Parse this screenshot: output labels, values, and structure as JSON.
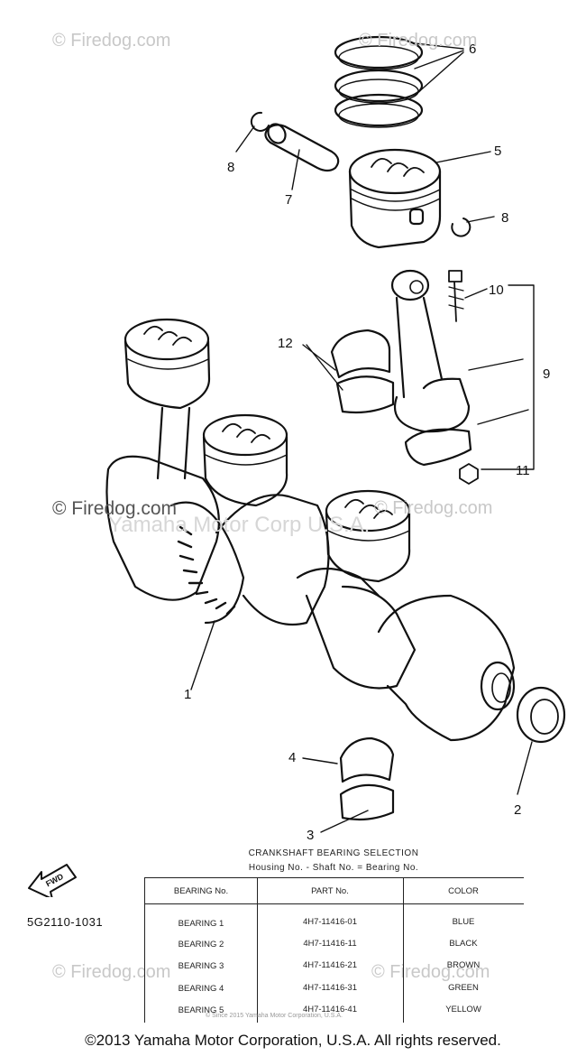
{
  "watermarks": [
    "© Firedog.com",
    "© Firedog.com",
    "© Firedog.com",
    "© Firedog.com",
    "© Firedog.com",
    "© Firedog.com",
    "Yamaha Motor Corp U.S.A."
  ],
  "callouts": [
    {
      "id": "6",
      "label": "6"
    },
    {
      "id": "5",
      "label": "5"
    },
    {
      "id": "8a",
      "label": "8"
    },
    {
      "id": "7",
      "label": "7"
    },
    {
      "id": "8b",
      "label": "8"
    },
    {
      "id": "10",
      "label": "10"
    },
    {
      "id": "12",
      "label": "12"
    },
    {
      "id": "9",
      "label": "9"
    },
    {
      "id": "11",
      "label": "11"
    },
    {
      "id": "1",
      "label": "1"
    },
    {
      "id": "4",
      "label": "4"
    },
    {
      "id": "2",
      "label": "2"
    },
    {
      "id": "3",
      "label": "3"
    }
  ],
  "find_badge": {
    "label": "FWD",
    "icon": "arrow-badge-icon"
  },
  "diagram_code": "5G2110-1031",
  "bearing_table": {
    "title": "CRANKSHAFT BEARING SELECTION",
    "subtitle": "Housing No. - Shaft No. = Bearing No.",
    "headers": [
      "BEARING No.",
      "PART No.",
      "COLOR"
    ],
    "rows": [
      [
        "BEARING 1",
        "4H7-11416-01",
        "BLUE"
      ],
      [
        "BEARING 2",
        "4H7-11416-11",
        "BLACK"
      ],
      [
        "BEARING 3",
        "4H7-11416-21",
        "BROWN"
      ],
      [
        "BEARING 4",
        "4H7-11416-31",
        "GREEN"
      ],
      [
        "BEARING 5",
        "4H7-11416-41",
        "YELLOW"
      ]
    ],
    "small_copyright": "© Since 2015 Yamaha Motor Corporation, U.S.A."
  },
  "copyright": "©2013 Yamaha Motor Corporation, U.S.A. All rights reserved."
}
